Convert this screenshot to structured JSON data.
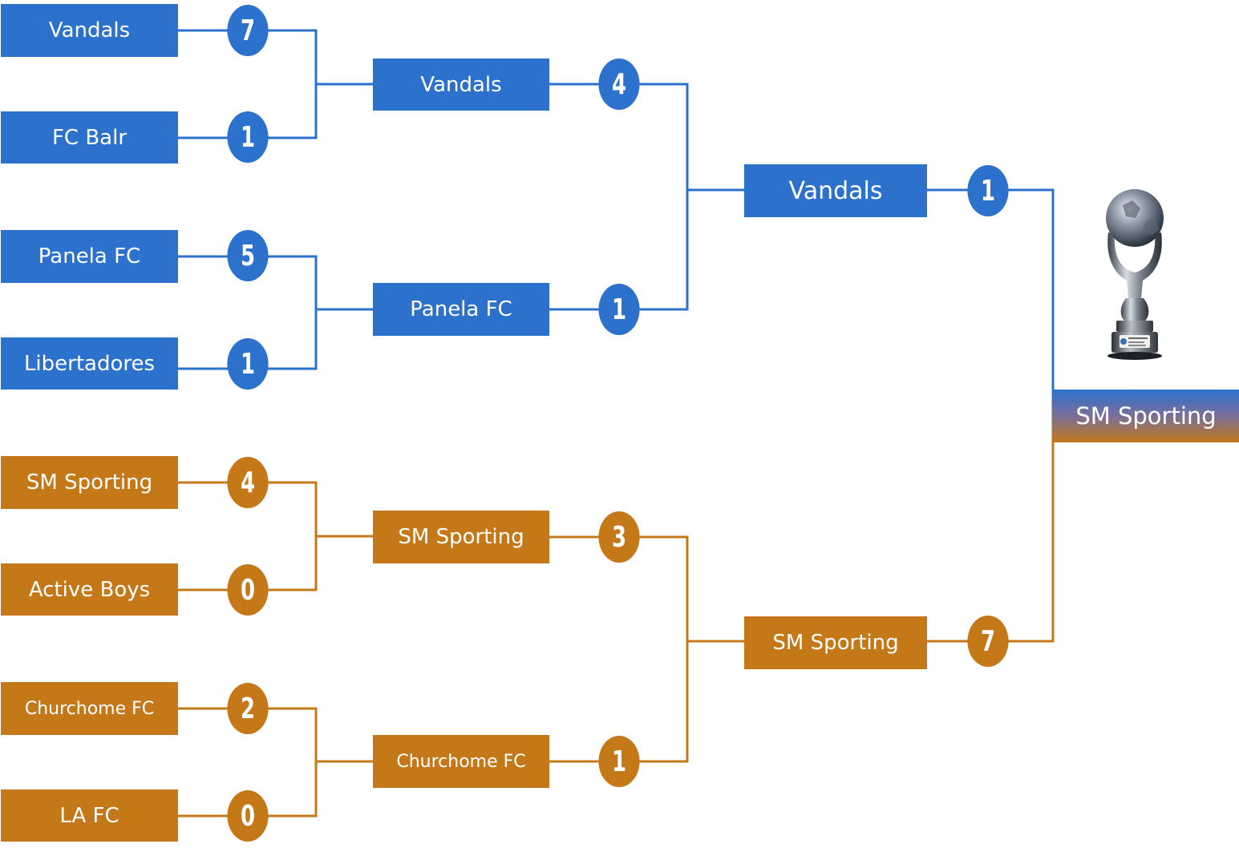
{
  "colors": {
    "blue": "#2c72cd",
    "orange": "#c47818"
  },
  "round1": {
    "m1": {
      "team_a": "Vandals",
      "score_a": "7",
      "team_b": "FC Balr",
      "score_b": "1"
    },
    "m2": {
      "team_a": "Panela FC",
      "score_a": "5",
      "team_b": "Libertadores",
      "score_b": "1"
    },
    "m3": {
      "team_a": "SM Sporting",
      "score_a": "4",
      "team_b": "Active Boys",
      "score_b": "0"
    },
    "m4": {
      "team_a": "Churchome FC",
      "score_a": "2",
      "team_b": "LA FC",
      "score_b": "0"
    }
  },
  "round2": {
    "m1": {
      "team_a": "Vandals",
      "score_a": "4",
      "team_b": "Panela FC",
      "score_b": "1"
    },
    "m2": {
      "team_a": "SM Sporting",
      "score_a": "3",
      "team_b": "Churchome FC",
      "score_b": "1"
    }
  },
  "final": {
    "team_a": "Vandals",
    "score_a": "1",
    "team_b": "SM Sporting",
    "score_b": "7"
  },
  "champion": {
    "name": "SM Sporting",
    "trophy_icon": "trophy-icon"
  }
}
